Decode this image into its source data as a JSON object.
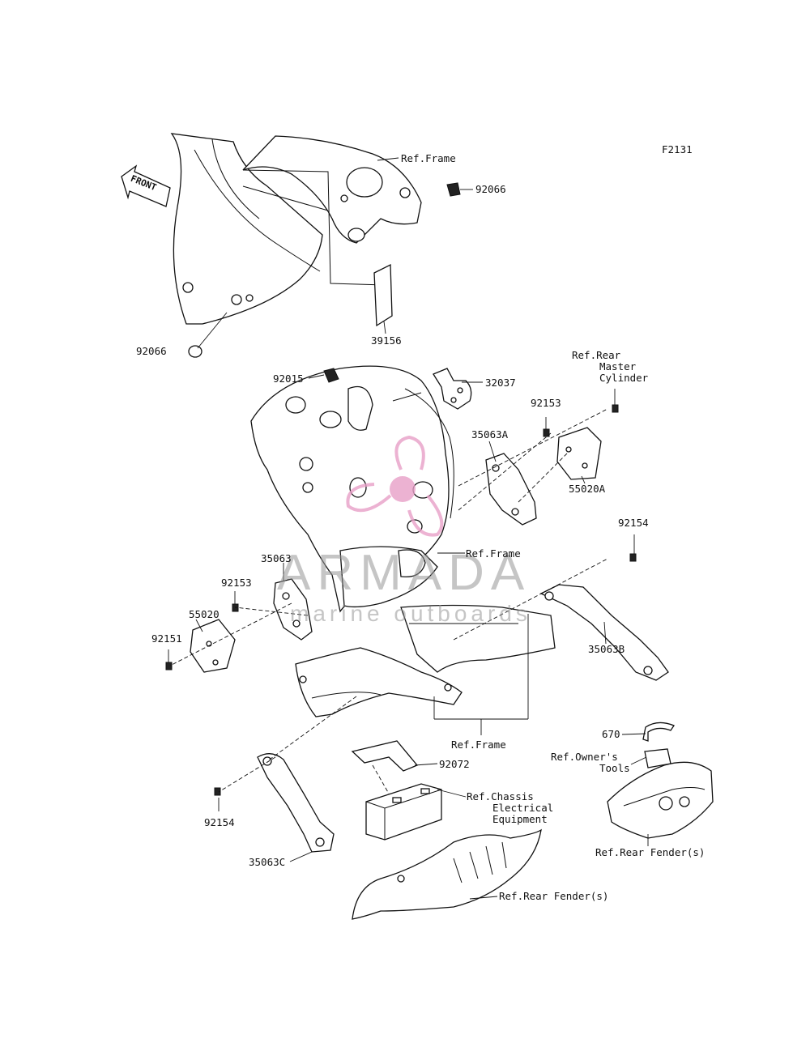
{
  "diagram": {
    "code": "F2131",
    "front_arrow": "FRONT"
  },
  "watermark": {
    "brand": "ARMADA",
    "tagline": "marine outboards",
    "colors": {
      "logo": "#e8a0c8",
      "text": "#969696"
    }
  },
  "labels": {
    "ref_frame_top": "Ref.Frame",
    "p92066_top": "92066",
    "p92066_left": "92066",
    "p39156": "39156",
    "p92015": "92015",
    "p32037": "32037",
    "ref_rear_master_cyl": [
      "Ref.Rear",
      "Master",
      "Cylinder"
    ],
    "p92153_right": "92153",
    "p35063A": "35063A",
    "p55020A": "55020A",
    "p92154_right": "92154",
    "ref_frame_mid": "Ref.Frame",
    "p35063": "35063",
    "p92153_left": "92153",
    "p55020": "55020",
    "p92151": "92151",
    "p35063B": "35063B",
    "ref_frame_bottom": "Ref.Frame",
    "p670": "670",
    "ref_owners_tools": [
      "Ref.Owner's",
      "Tools"
    ],
    "p92072": "92072",
    "ref_chassis_elec": [
      "Ref.Chassis",
      "Electrical",
      "Equipment"
    ],
    "p92154_left": "92154",
    "p35063C": "35063C",
    "ref_rear_fender_right": "Ref.Rear Fender(s)",
    "ref_rear_fender_bottom": "Ref.Rear Fender(s)"
  }
}
